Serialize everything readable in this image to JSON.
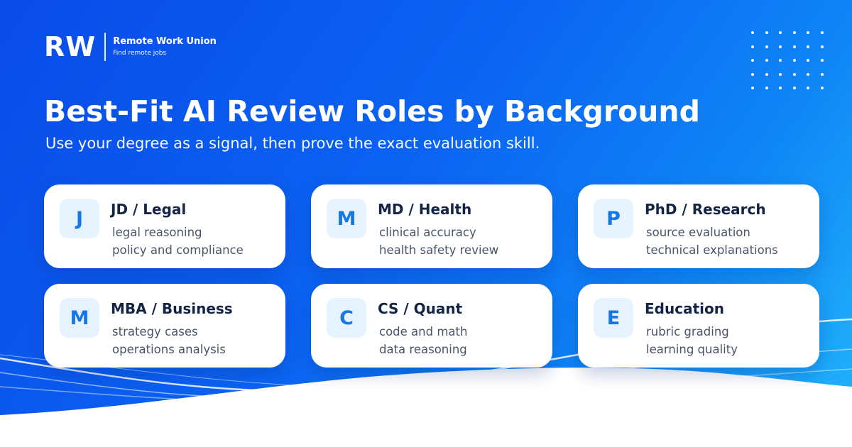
{
  "logo": {
    "mark": "RW",
    "name": "Remote Work Union",
    "tagline": "Find remote jobs"
  },
  "headline": "Best-Fit AI Review Roles by Background",
  "subheadline": "Use your degree as a signal, then prove the exact evaluation skill.",
  "cards": [
    {
      "initial": "J",
      "title": "JD / Legal",
      "lines": [
        "legal reasoning",
        "policy and compliance"
      ]
    },
    {
      "initial": "M",
      "title": "MD / Health",
      "lines": [
        "clinical accuracy",
        "health safety review"
      ]
    },
    {
      "initial": "P",
      "title": "PhD / Research",
      "lines": [
        "source evaluation",
        "technical explanations"
      ]
    },
    {
      "initial": "M",
      "title": "MBA / Business",
      "lines": [
        "strategy cases",
        "operations analysis"
      ]
    },
    {
      "initial": "C",
      "title": "CS / Quant",
      "lines": [
        "code and math",
        "data reasoning"
      ]
    },
    {
      "initial": "E",
      "title": "Education",
      "lines": [
        "rubric grading",
        "learning quality"
      ]
    }
  ],
  "colors": {
    "background_start": "#0a4be8",
    "background_end": "#22b6fb",
    "card": "#ffffff",
    "badge_bg": "#e6f3fe",
    "badge_text": "#1777e6",
    "title_text": "#132445",
    "body_text": "#4a5467"
  }
}
